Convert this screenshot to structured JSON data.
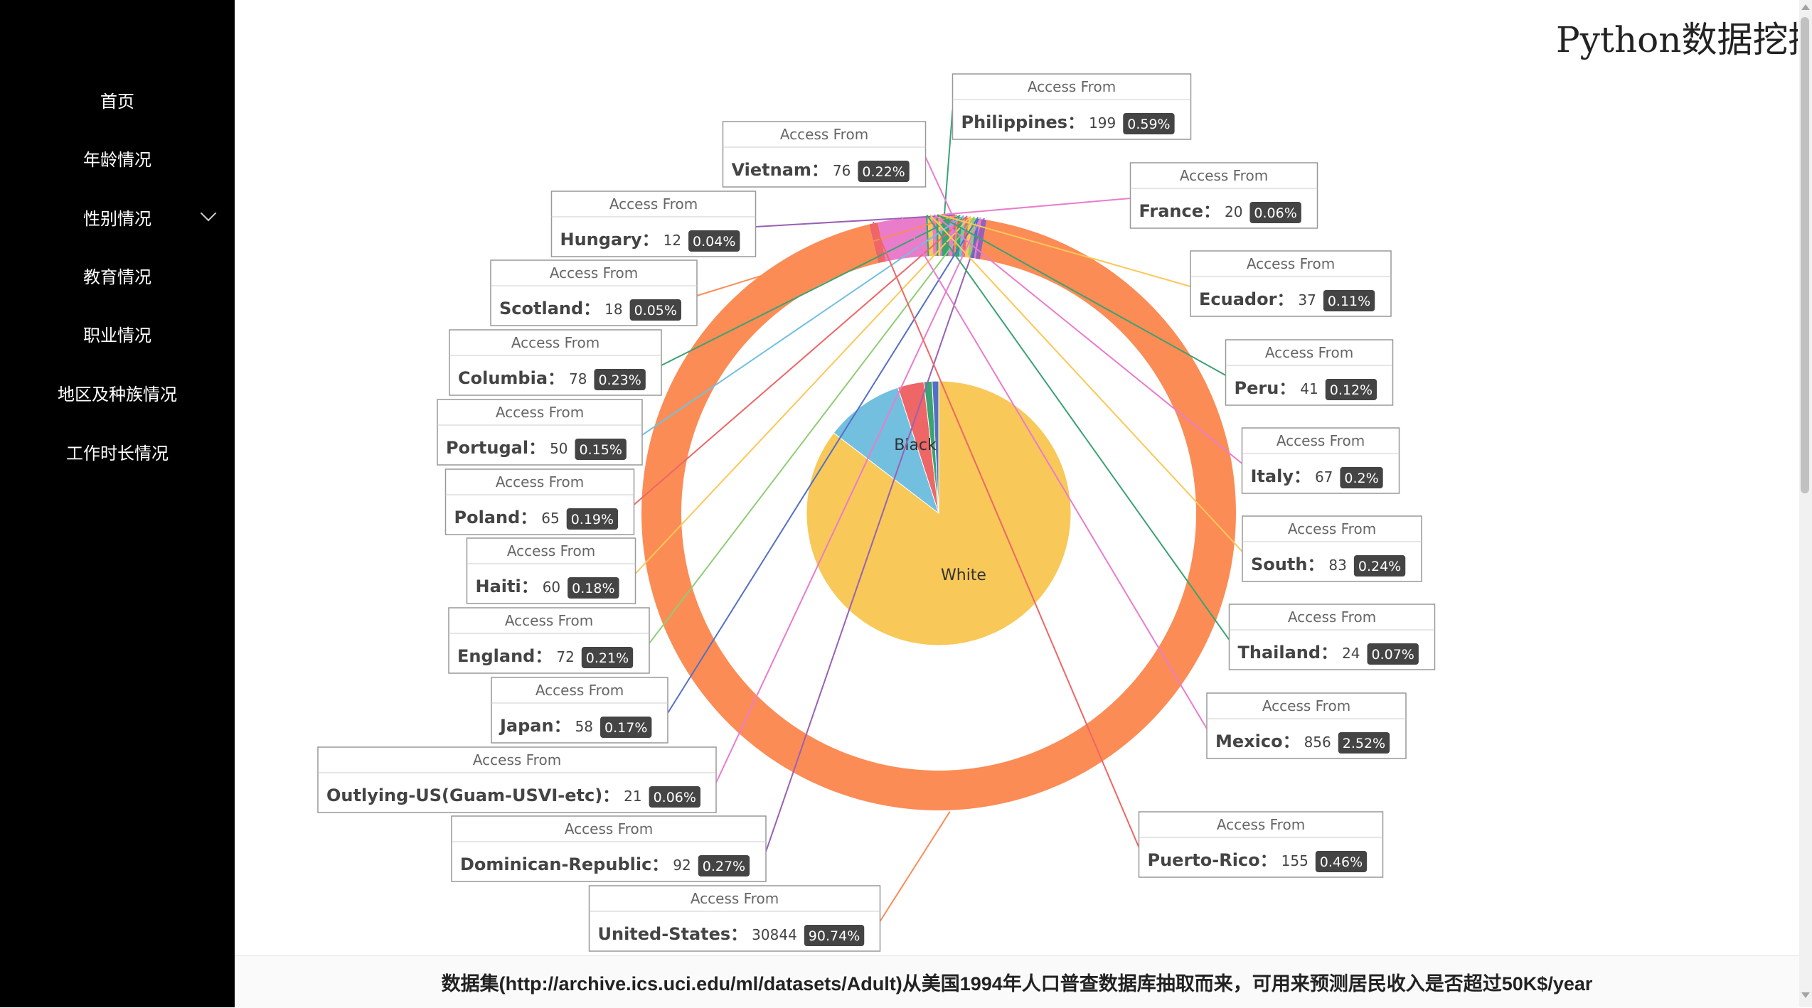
{
  "header": {
    "title": "Python数据挖掘"
  },
  "sidebar": {
    "items": [
      {
        "label": "首页",
        "has_chevron": false
      },
      {
        "label": "年龄情况",
        "has_chevron": false
      },
      {
        "label": "性别情况",
        "has_chevron": true,
        "chevron_icon": "chevron-down-icon"
      },
      {
        "label": "教育情况",
        "has_chevron": false
      },
      {
        "label": "职业情况",
        "has_chevron": false
      },
      {
        "label": "地区及种族情况",
        "has_chevron": false
      },
      {
        "label": "工作时长情况",
        "has_chevron": false
      }
    ]
  },
  "footer": {
    "text": "数据集(http://archive.ics.uci.edu/ml/datasets/Adult)从美国1994年人口普查数据库抽取而来，可用来预测居民收入是否超过50K$/year"
  },
  "chart_data": {
    "type": "pie",
    "inner": {
      "type": "pie",
      "labels": [
        "White",
        "Black",
        "",
        "",
        ""
      ],
      "values": [
        85.4,
        9.6,
        3.2,
        1.0,
        0.8
      ],
      "colors": [
        "#f8c858",
        "#73bfdf",
        "#ee6666",
        "#3ba272",
        "#5470c6"
      ]
    },
    "outer": {
      "type": "donut",
      "series_name": "Access From",
      "tooltip_color": "#444444",
      "slices": [
        {
          "name": "United-States",
          "value": 30844,
          "percent": "90.74%",
          "color": "#fb8c55"
        },
        {
          "name": "Mexico",
          "value": 856,
          "percent": "2.52%",
          "color": "#ea7ccc"
        },
        {
          "name": "Philippines",
          "value": 199,
          "percent": "0.59%",
          "color": "#3ba272"
        },
        {
          "name": "Puerto-Rico",
          "value": 155,
          "percent": "0.46%",
          "color": "#ee6666"
        },
        {
          "name": "Dominican-Republic",
          "value": 92,
          "percent": "0.27%",
          "color": "#9a60b4"
        },
        {
          "name": "South",
          "value": 83,
          "percent": "0.24%",
          "color": "#fac858"
        },
        {
          "name": "Columbia",
          "value": 78,
          "percent": "0.23%",
          "color": "#3ba272"
        },
        {
          "name": "Vietnam",
          "value": 76,
          "percent": "0.22%",
          "color": "#ea7ccc"
        },
        {
          "name": "England",
          "value": 72,
          "percent": "0.21%",
          "color": "#91cc75"
        },
        {
          "name": "Italy",
          "value": 67,
          "percent": "0.2%",
          "color": "#ea7ccc"
        },
        {
          "name": "Poland",
          "value": 65,
          "percent": "0.19%",
          "color": "#ee6666"
        },
        {
          "name": "Haiti",
          "value": 60,
          "percent": "0.18%",
          "color": "#fac858"
        },
        {
          "name": "Japan",
          "value": 58,
          "percent": "0.17%",
          "color": "#5470c6"
        },
        {
          "name": "Portugal",
          "value": 50,
          "percent": "0.15%",
          "color": "#73c0de"
        },
        {
          "name": "Peru",
          "value": 41,
          "percent": "0.12%",
          "color": "#3ba272"
        },
        {
          "name": "Ecuador",
          "value": 37,
          "percent": "0.11%",
          "color": "#fac858"
        },
        {
          "name": "Thailand",
          "value": 24,
          "percent": "0.07%",
          "color": "#3ba272"
        },
        {
          "name": "Outlying-US(Guam-USVI-etc)",
          "value": 21,
          "percent": "0.06%",
          "color": "#ea7ccc"
        },
        {
          "name": "France",
          "value": 20,
          "percent": "0.06%",
          "color": "#ea7ccc"
        },
        {
          "name": "Scotland",
          "value": 18,
          "percent": "0.05%",
          "color": "#fb8c55"
        },
        {
          "name": "Hungary",
          "value": 12,
          "percent": "0.04%",
          "color": "#9a60b4"
        }
      ]
    }
  }
}
